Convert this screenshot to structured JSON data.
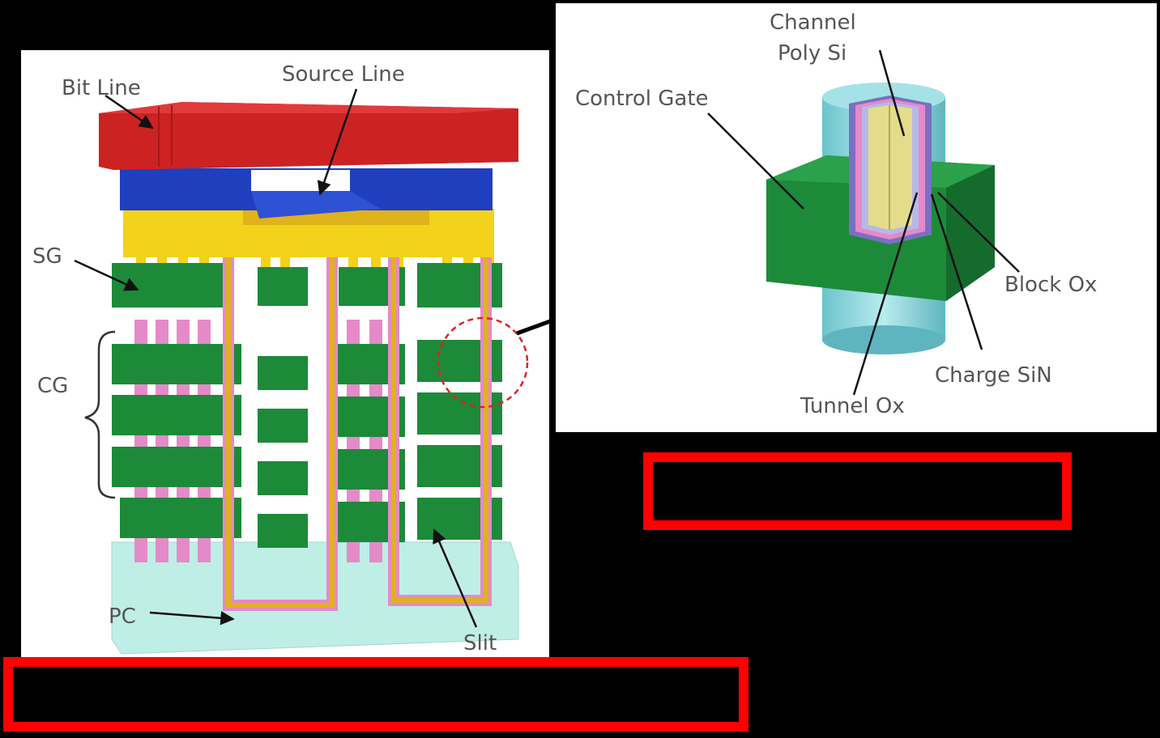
{
  "left_diagram": {
    "labels": {
      "bit_line": "Bit Line",
      "source_line": "Source Line",
      "sg": "SG",
      "cg": "CG",
      "pc": "PC",
      "slit": "Slit"
    }
  },
  "right_diagram": {
    "labels": {
      "channel_line1": "Channel",
      "channel_line2": "Poly Si",
      "control_gate": "Control Gate",
      "block_ox": "Block Ox",
      "charge_sin": "Charge SiN",
      "tunnel_ox": "Tunnel Ox"
    }
  },
  "colors": {
    "bit_line": "#cc2222",
    "source_line": "#1f3fbf",
    "select_poly": "#f2d21a",
    "gate_green": "#1d8a3a",
    "layer_pink": "#e58ac8",
    "channel_gold": "#e0b21c",
    "substrate": "#bfeee6",
    "pillar_cyan": "#7fd0d8",
    "highlight_box": "#ff0000"
  }
}
